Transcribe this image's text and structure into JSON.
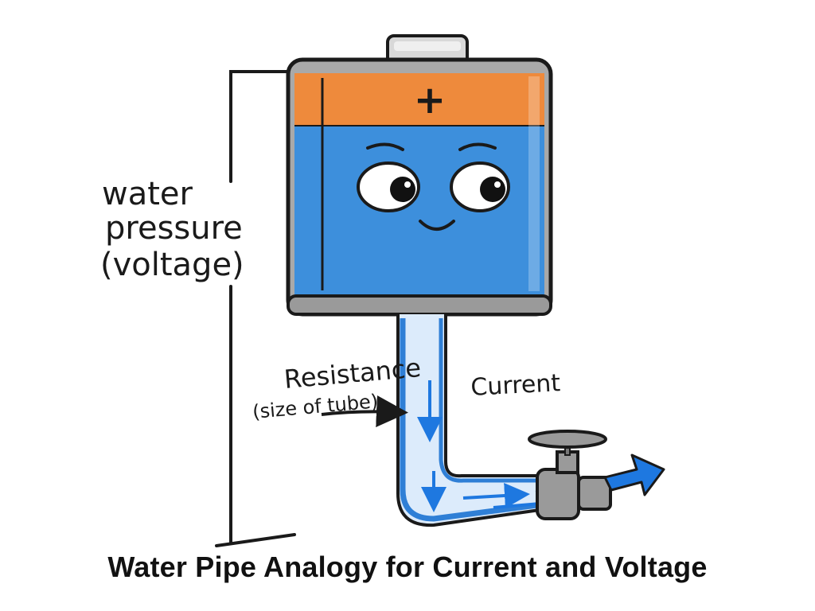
{
  "title": "Water Pipe Analogy for Current and Voltage",
  "labels": {
    "pressure_line1": "water",
    "pressure_line2": "pressure",
    "pressure_line3": "(voltage)",
    "resistance": "Resistance",
    "resistance_sub": "(size of tube)",
    "current": "Current",
    "plus": "+"
  },
  "colors": {
    "battery_top": "#ee8a3c",
    "battery_body": "#3d8fdc",
    "cap": "#d8d8d8",
    "metal": "#9a9a9a",
    "pipe_water": "#dcebfb",
    "pipe_edge": "#2f7fd6",
    "flow_arrow": "#1e78e0",
    "outline": "#1a1a1a"
  },
  "icons": {
    "battery": "battery-character-icon",
    "valve": "valve-handle-icon",
    "output_arrow": "right-arrow-icon"
  }
}
